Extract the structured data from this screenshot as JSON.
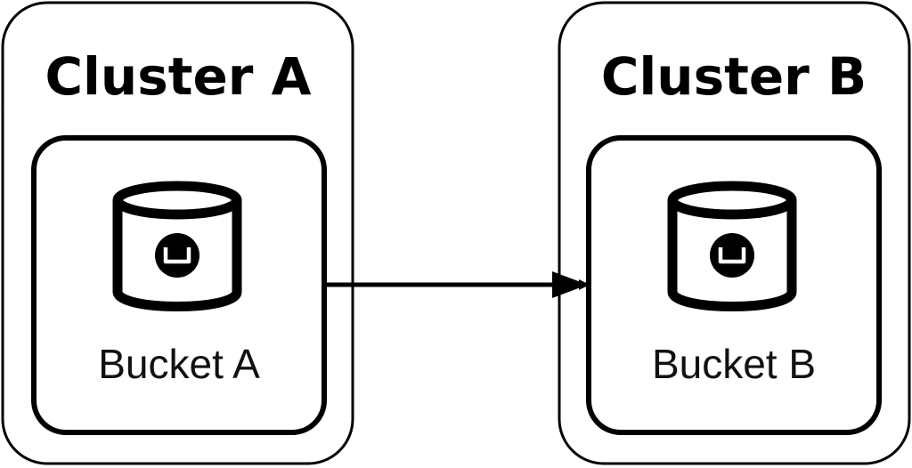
{
  "clusters": [
    {
      "title": "Cluster A",
      "bucket": {
        "label": "Bucket A",
        "icon": "database-bucket-icon"
      }
    },
    {
      "title": "Cluster B",
      "bucket": {
        "label": "Bucket B",
        "icon": "database-bucket-icon"
      }
    }
  ],
  "connection": {
    "from": "Bucket A",
    "to": "Bucket B",
    "style": "arrow"
  },
  "colors": {
    "stroke": "#000000",
    "background": "#ffffff"
  }
}
